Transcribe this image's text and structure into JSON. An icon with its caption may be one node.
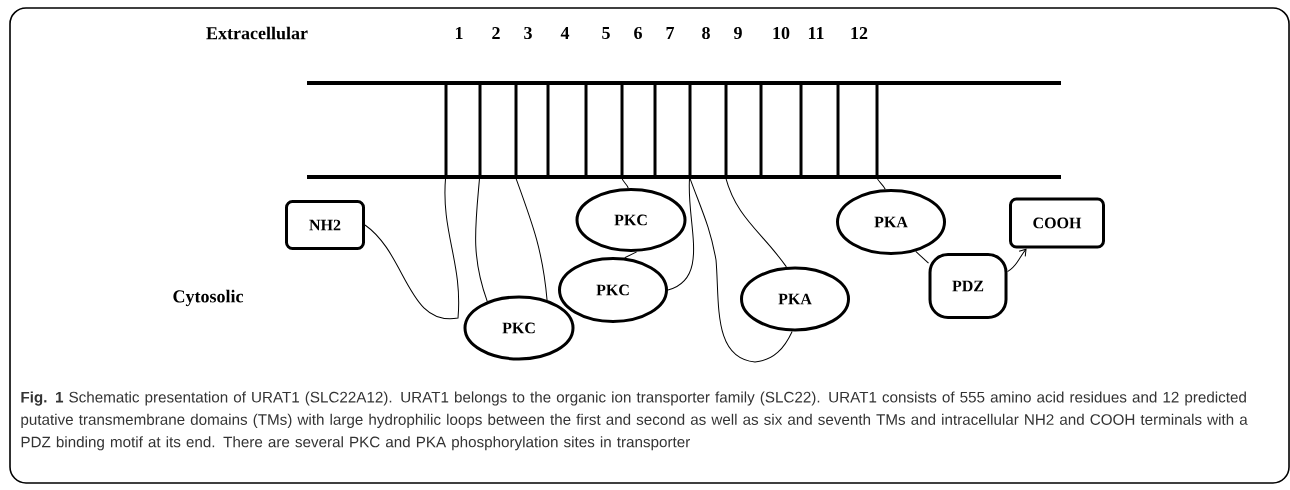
{
  "diagram": {
    "caption": "**Fig. 1** Schematic presentation of URAT1 (SLC22A12). URAT1 belongs to the organic ion transporter family (SLC22). URAT1 consists of 555 amino acid residues and 12 predicted putative transmembrane domains (TMs) with large hydrophilic loops between the first and second as well as six and seventh TMs and intracellular NH2 and COOH terminals with a PDZ binding motif at its end. There are several PKC and PKA phosphorylation sites in transporter",
    "nodes": [
      {
        "text": [],
        "shape": "bar"
      },
      {
        "text": [
          "NH2"
        ]
      },
      {
        "text": [
          "PKC"
        ]
      },
      {
        "text": [
          "PKA"
        ]
      },
      {
        "text": [
          "COOH"
        ]
      },
      {
        "text": [
          "PDZ"
        ]
      },
      {
        "text": [
          "PKC"
        ]
      },
      {
        "text": [
          "PKA"
        ]
      },
      {
        "text": [
          "PKC"
        ]
      }
    ],
    "edges": [
      {
        "from": 1,
        "to": 0,
        "arrow": "none"
      },
      {
        "from": 0,
        "to": 8,
        "arrow": "none"
      },
      {
        "from": 0,
        "to": 8,
        "arrow": "none"
      },
      {
        "from": 0,
        "to": 2,
        "arrow": "none"
      },
      {
        "from": 2,
        "to": 6,
        "arrow": "none"
      },
      {
        "from": 6,
        "to": 0,
        "arrow": "none"
      },
      {
        "from": 0,
        "to": 7,
        "arrow": "none"
      },
      {
        "from": 0,
        "to": 7,
        "arrow": "none"
      },
      {
        "from": 0,
        "to": 3,
        "arrow": "none"
      },
      {
        "from": 3,
        "to": 5,
        "arrow": "none"
      },
      {
        "from": 5,
        "to": 4,
        "arrow": "to"
      }
    ],
    "labels": [
      "Extracellular",
      "1",
      "2",
      "3",
      "4",
      "5",
      "6",
      "7",
      "8",
      "9",
      "10",
      "11",
      "12",
      "Cytosolic"
    ]
  }
}
